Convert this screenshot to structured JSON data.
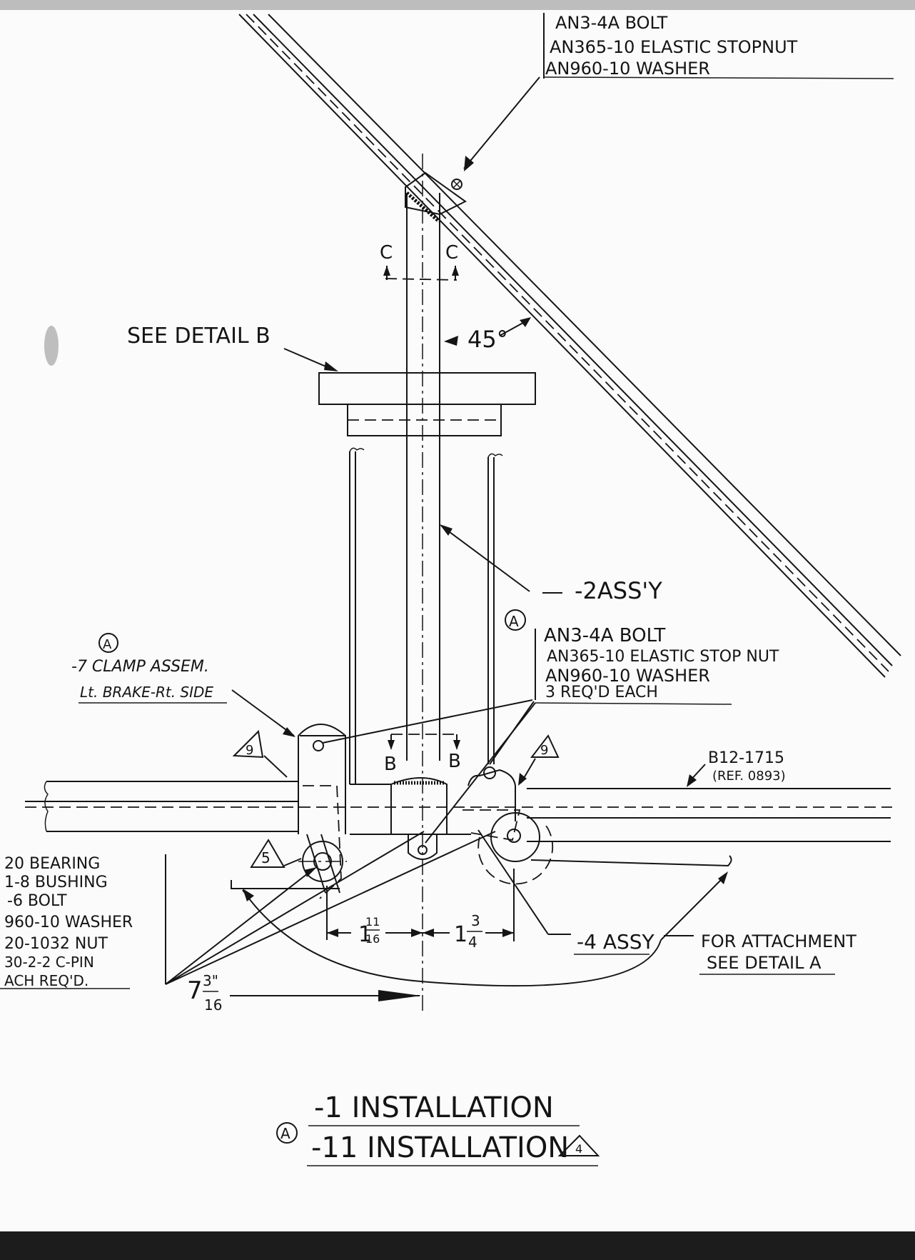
{
  "top_callout": {
    "line1": "AN3-4A BOLT",
    "line2": "AN365-10 ELASTIC STOPNUT",
    "line3": "AN960-10 WASHER"
  },
  "section_c": {
    "left": "C",
    "right": "C"
  },
  "see_detail_b": "SEE DETAIL B",
  "angle": "45°",
  "assy_2": "-2ASS'Y",
  "circle_a": "A",
  "clamp": {
    "line1": "-7 CLAMP ASSEM.",
    "line2": "Lt. BRAKE-Rt. SIDE"
  },
  "right_callout": {
    "line1": "AN3-4A BOLT",
    "line2": "AN365-10 ELASTIC STOP NUT",
    "line3": "AN960-10 WASHER",
    "line4": "3 REQ'D EACH"
  },
  "triangle_9": "9",
  "triangle_5": "5",
  "section_b": {
    "left": "B",
    "right": "B"
  },
  "tube": {
    "line1": "B12-1715",
    "line2": "(REF. 0893)"
  },
  "left_callout": {
    "line1": "20 BEARING",
    "line2": "1-8 BUSHING",
    "line3": "-6 BOLT",
    "line4": "960-10 WASHER",
    "line5": "20-1032 NUT",
    "line6": "30-2-2 C-PIN",
    "line7": "ACH REQ'D."
  },
  "dims": {
    "d1_whole": "1",
    "d1_num": "11",
    "d1_den": "16",
    "d2_whole": "1",
    "d2_num": "3",
    "d2_den": "4",
    "d3_whole": "7",
    "d3_num": "3\"",
    "d3_den": "16"
  },
  "assy_4": "-4 ASSY",
  "attachment": {
    "line1": "FOR ATTACHMENT",
    "line2": "SEE DETAIL A"
  },
  "titles": {
    "title1": "-1  INSTALLATION",
    "title2": "-11 INSTALLATION",
    "rev": "4"
  }
}
